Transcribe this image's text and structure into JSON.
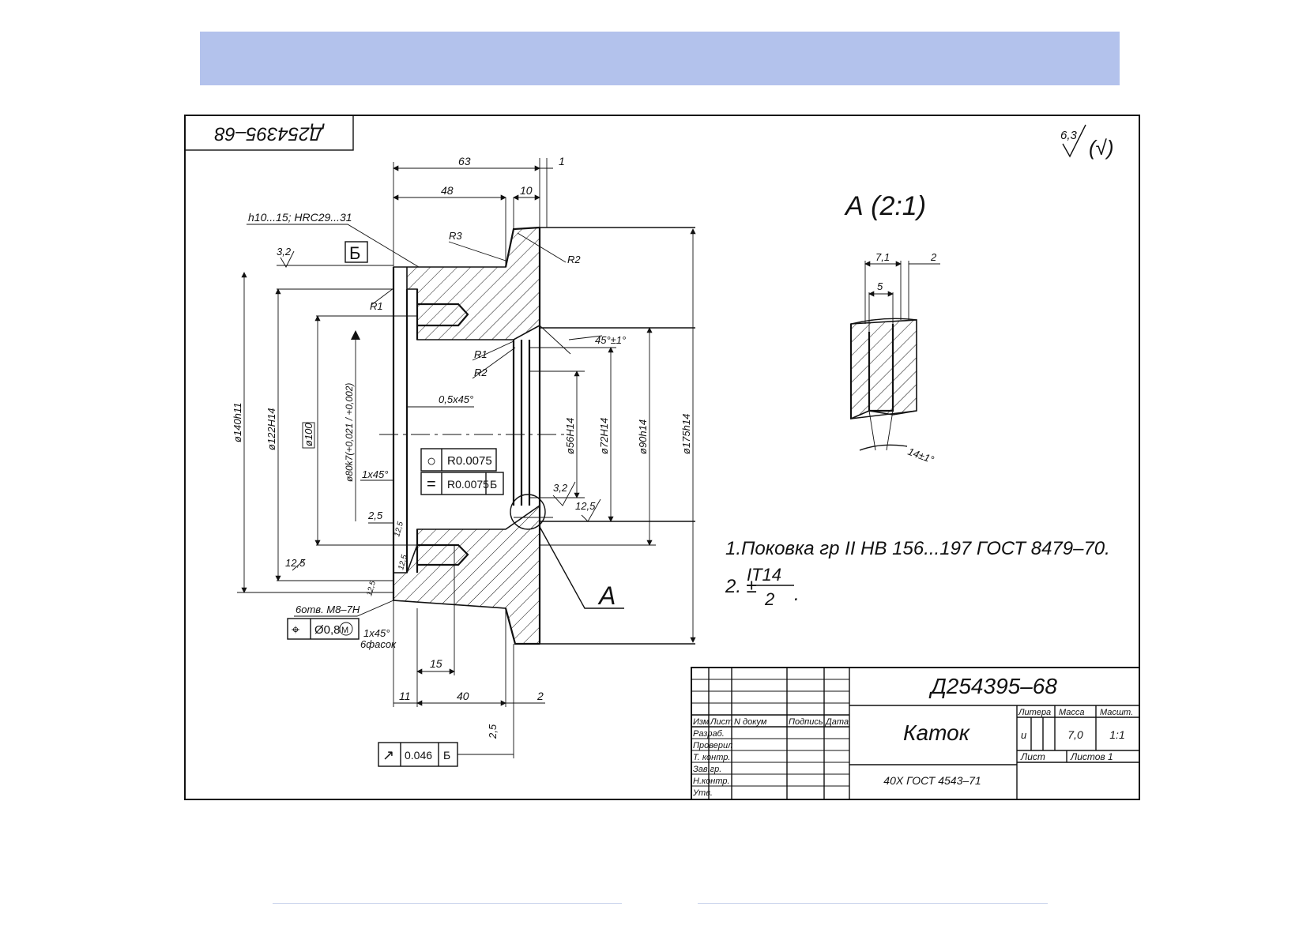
{
  "title_block": {
    "doc_number": "Д254395–68",
    "part_name": "Каток",
    "material": "40Х ГОСТ 4543–71",
    "mass": "7,0",
    "scale": "1:1",
    "litera": "и",
    "headers": {
      "litera": "Литера",
      "mass": "Масса",
      "scale": "Масшт.",
      "sheet": "Лист",
      "sheets": "Листов 1"
    },
    "columns": [
      "Изм",
      "Лист",
      "N докум",
      "Подпись",
      "Дата"
    ],
    "roles": [
      "Разраб.",
      "Проверил",
      "Т. контр.",
      "Зав.гр.",
      "Н.контр.",
      "Утв."
    ]
  },
  "rotated_stamp": "Д254395–68",
  "roughness_general": "6,3",
  "roughness_general_suffix": "(√)",
  "notes": [
    "1.Поковка гр II  НВ 156...197  ГОСТ 8479–70.",
    "2. ±",
    "IT14",
    "2",
    "."
  ],
  "detail": {
    "title": "А (2:1)",
    "dims": [
      "7,1",
      "2",
      "5",
      "14±1°"
    ]
  },
  "dims_top": [
    "63",
    "1",
    "48",
    "10"
  ],
  "dims_bottom": [
    "15",
    "11",
    "40",
    "2"
  ],
  "dims_vertical": [
    "ø140h11",
    "ø122H14",
    "ø100",
    "ø80k7(+0,021 / +0,002)",
    "ø56H14",
    "ø72H14",
    "ø90h14",
    "ø175h14"
  ],
  "labels": {
    "hardness": "h10...15; HRC29...31",
    "datum_b": "Б",
    "r3": "R3",
    "r2_top": "R2",
    "r1_left": "R1",
    "r1_mid": "R1",
    "r2_mid": "R2",
    "angle": "45°±1°",
    "chamfer_05": "0,5x45°",
    "chamfer_1": "1x45°",
    "chamfer_1b": "1x45°",
    "chamfers_count": "6фасок",
    "holes": "6отв. М8–7Н",
    "section_a": "А"
  },
  "roughness": [
    "3,2",
    "2,5",
    "12,5",
    "12,5",
    "12,5",
    "12,5",
    "3,2",
    "12,5",
    "2,5"
  ],
  "tolerances": {
    "roundness": {
      "value": "R0.0075"
    },
    "parallel": {
      "value": "R0.0075",
      "datum": "Б"
    },
    "position": {
      "value": "Ø0,8",
      "modifier": "M"
    },
    "runout": {
      "value": "0.046",
      "datum": "Б"
    }
  },
  "symbols": {
    "roundness": "○",
    "parallel": "=",
    "position": "⌖",
    "runout": "↗"
  },
  "colors": {
    "banner": "#b3c2ec",
    "line": "#111111"
  }
}
